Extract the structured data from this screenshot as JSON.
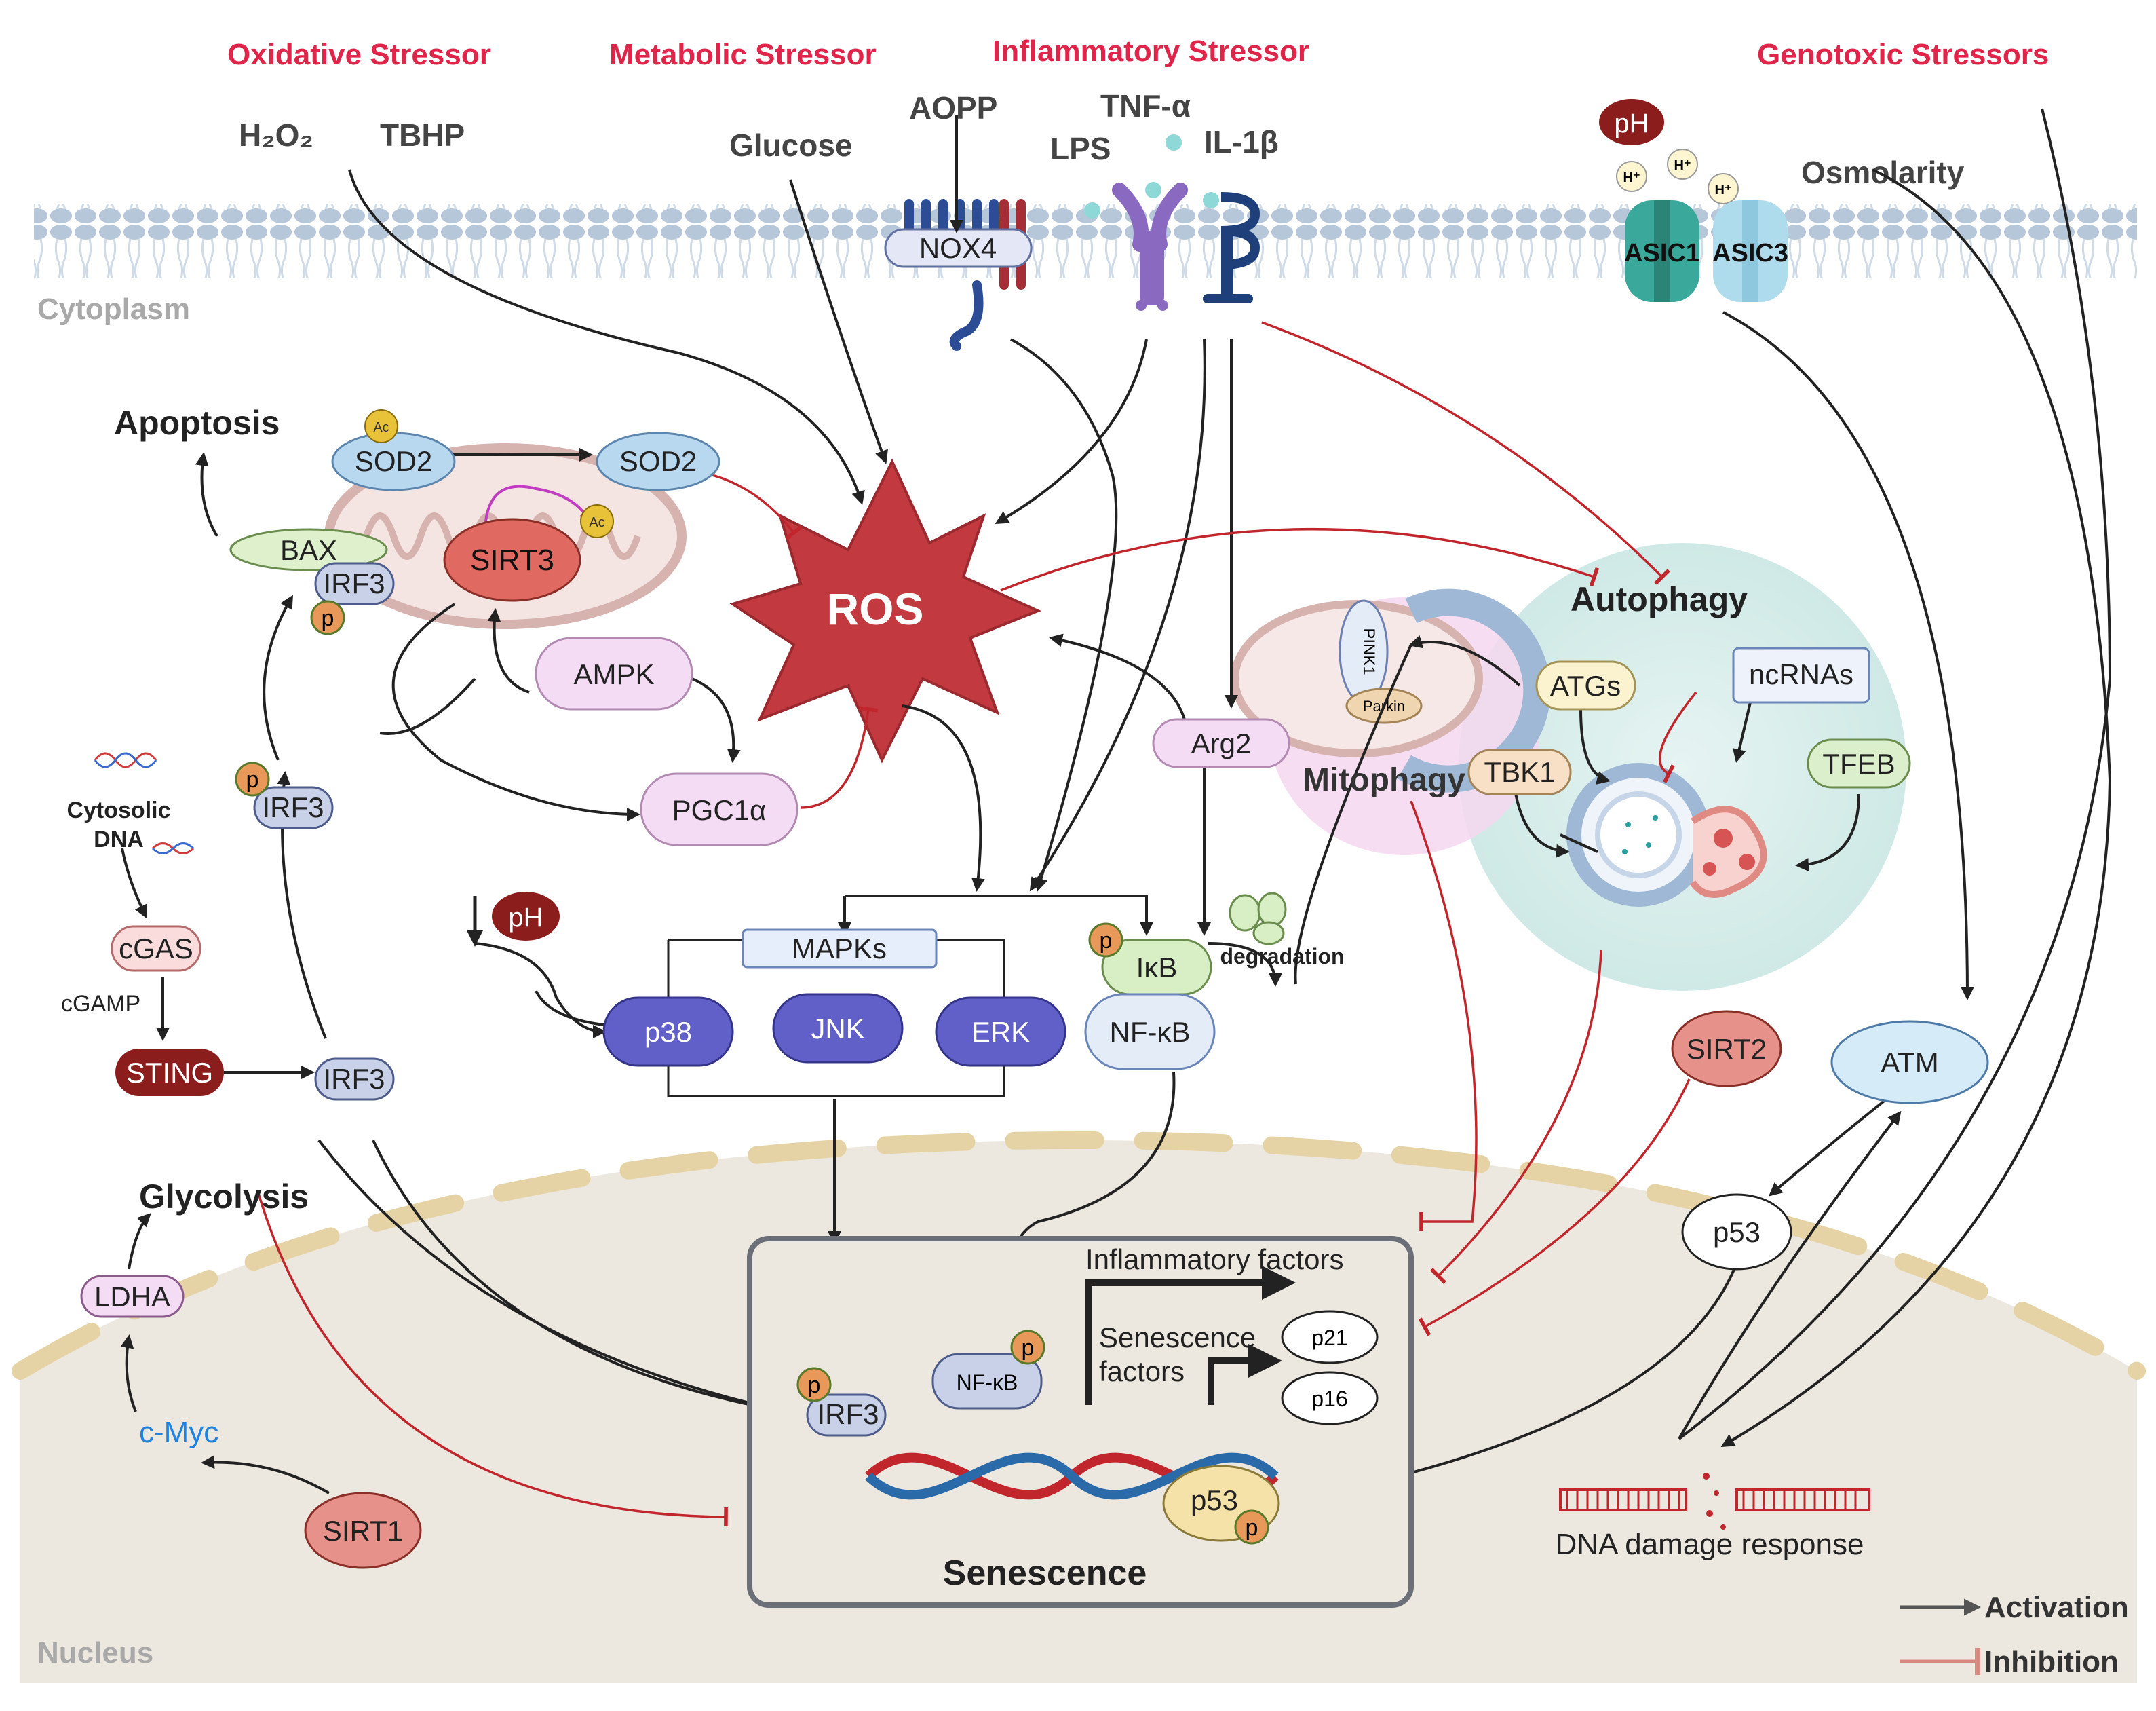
{
  "stressors": {
    "oxidative": "Oxidative Stressor",
    "metabolic": "Metabolic Stressor",
    "inflammatory": "Inflammatory Stressor",
    "genotoxic": "Genotoxic Stressors"
  },
  "inputs": {
    "h2o2": "H₂O₂",
    "tbhp": "TBHP",
    "glucose": "Glucose",
    "aopp": "AOPP",
    "tnfa": "TNF-α",
    "lps": "LPS",
    "il1b": "IL-1β",
    "ph_top": "pH",
    "h_plus": "H⁺",
    "osmolarity": "Osmolarity"
  },
  "membrane": {
    "nox4": "NOX4",
    "asic1": "ASIC1",
    "asic3": "ASIC3",
    "cytoplasm": "Cytoplasm",
    "nucleus": "Nucleus"
  },
  "nodes": {
    "apoptosis": "Apoptosis",
    "sod2_a": "SOD2",
    "sod2_b": "SOD2",
    "ac": "Ac",
    "bax": "BAX",
    "irf3": "IRF3",
    "p": "p",
    "sirt3": "SIRT3",
    "ros": "ROS",
    "ampk": "AMPK",
    "pgc1a": "PGC1α",
    "cytosolic_dna": "Cytosolic\nDNA",
    "cytosolic_line1": "Cytosolic",
    "cytosolic_line2": "DNA",
    "cgas": "cGAS",
    "cgamp": "cGAMP",
    "sting": "STING",
    "ph_mid": "pH",
    "mapks": "MAPKs",
    "p38": "p38",
    "jnk": "JNK",
    "erk": "ERK",
    "ikb": "IκB",
    "nfkb": "NF-κB",
    "degradation": "degradation",
    "arg2": "Arg2",
    "pink1": "PINK1",
    "parkin": "Parkin",
    "mitophagy": "Mitophagy",
    "tbk1": "TBK1",
    "autophagy": "Autophagy",
    "atgs": "ATGs",
    "ncrnas": "ncRNAs",
    "tfeb": "TFEB",
    "sirt2": "SIRT2",
    "atm": "ATM",
    "p53": "p53",
    "glycolysis": "Glycolysis",
    "ldha": "LDHA",
    "cmyc": "c-Myc",
    "sirt1": "SIRT1",
    "dna_damage": "DNA damage response"
  },
  "senescence": {
    "title": "Senescence",
    "inflammatory_factors": "Inflammatory factors",
    "senescence_factors_1": "Senescence",
    "senescence_factors_2": "factors",
    "p21": "p21",
    "p16": "p16",
    "nfkb": "NF-κB",
    "irf3": "IRF3",
    "p53": "p53"
  },
  "legend": {
    "activation": "Activation",
    "inhibition": "Inhibition"
  },
  "colors": {
    "stress_red": "#e0254a",
    "inhibition_red": "#c0262c",
    "activation_black": "#222222",
    "ros_red": "#c23a3f",
    "mapk_purple": "#6060c8",
    "sirt_red": "#e07a72"
  }
}
